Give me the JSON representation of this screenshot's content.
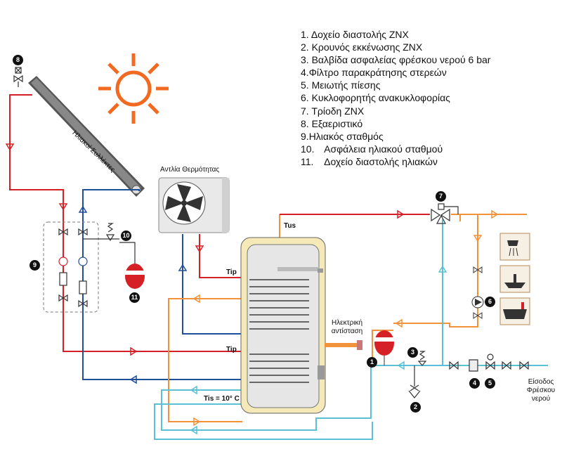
{
  "legend": [
    {
      "num": "1.",
      "text": "Δοχείο διαστολής ZNX"
    },
    {
      "num": "2.",
      "text": "Κρουνός εκκένωσης ZNX"
    },
    {
      "num": "3.",
      "text": "Βαλβίδα ασφαλείας φρέσκου νερού 6 bar"
    },
    {
      "num": "4.",
      "text": "Φίλτρο παρακράτησης στερεών"
    },
    {
      "num": "5.",
      "text": "Μειωτής πίεσης"
    },
    {
      "num": "6.",
      "text": "Κυκλοφορητής ανακυκλοφορίας"
    },
    {
      "num": "7.",
      "text": "Τρίοδη ZNX"
    },
    {
      "num": "8.",
      "text": "Εξαεριστικό"
    },
    {
      "num": "9.",
      "text": "Ηλιακός σταθμός"
    },
    {
      "num": "10.",
      "text": "Ασφάλεια ηλιακού σταθμού"
    },
    {
      "num": "11.",
      "text": "Δοχείο διαστολής ηλιακών"
    }
  ],
  "labels": {
    "collectors": "Ηλιακοί Συλλέκτες",
    "heat_pump": "Αντλία Θερμότητας",
    "tus": "Tus",
    "tip_top": "Tip",
    "tip_bottom": "Tip",
    "tis": "Tis = 10° C",
    "electric_heater": "Ηλεκτρική αντίσταση",
    "fresh_water_inlet": "Είσοδος Φρέσκου νερού"
  },
  "badges": [
    "1",
    "2",
    "3",
    "4",
    "5",
    "6",
    "7",
    "8",
    "9",
    "10",
    "11"
  ],
  "colors": {
    "hot": "#d62027",
    "solar_return": "#1f4e9b",
    "heat_pump_flow": "#f2923a",
    "cold": "#5bc0d5",
    "sun": "#f26a21",
    "tank_shell": "#e6e6e6",
    "tank_insulation": "#f5e9b8"
  },
  "icons": [
    "sun-icon",
    "fan-icon",
    "shower-icon",
    "sink-icon",
    "bathtub-icon",
    "pump-icon",
    "valve-icon",
    "check-valve-icon",
    "pressure-gauge-icon",
    "air-vent-icon"
  ]
}
